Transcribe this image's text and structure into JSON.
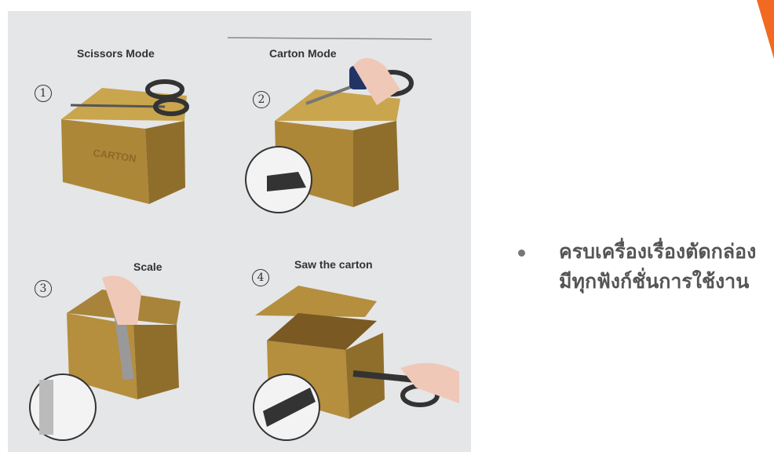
{
  "slide": {
    "accent_color": "#f26a21",
    "bullet_lines": [
      "ครบเครื่องเรื่องตัดกล่อง",
      "มีทุกฟังก์ชั่นการใช้งาน"
    ]
  },
  "image": {
    "panels": [
      {
        "number": "1",
        "label": "Scissors Mode",
        "box_text": "CARTON"
      },
      {
        "number": "2",
        "label": "Carton Mode"
      },
      {
        "number": "3",
        "label": "Scale"
      },
      {
        "number": "4",
        "label": "Saw the carton"
      }
    ]
  }
}
